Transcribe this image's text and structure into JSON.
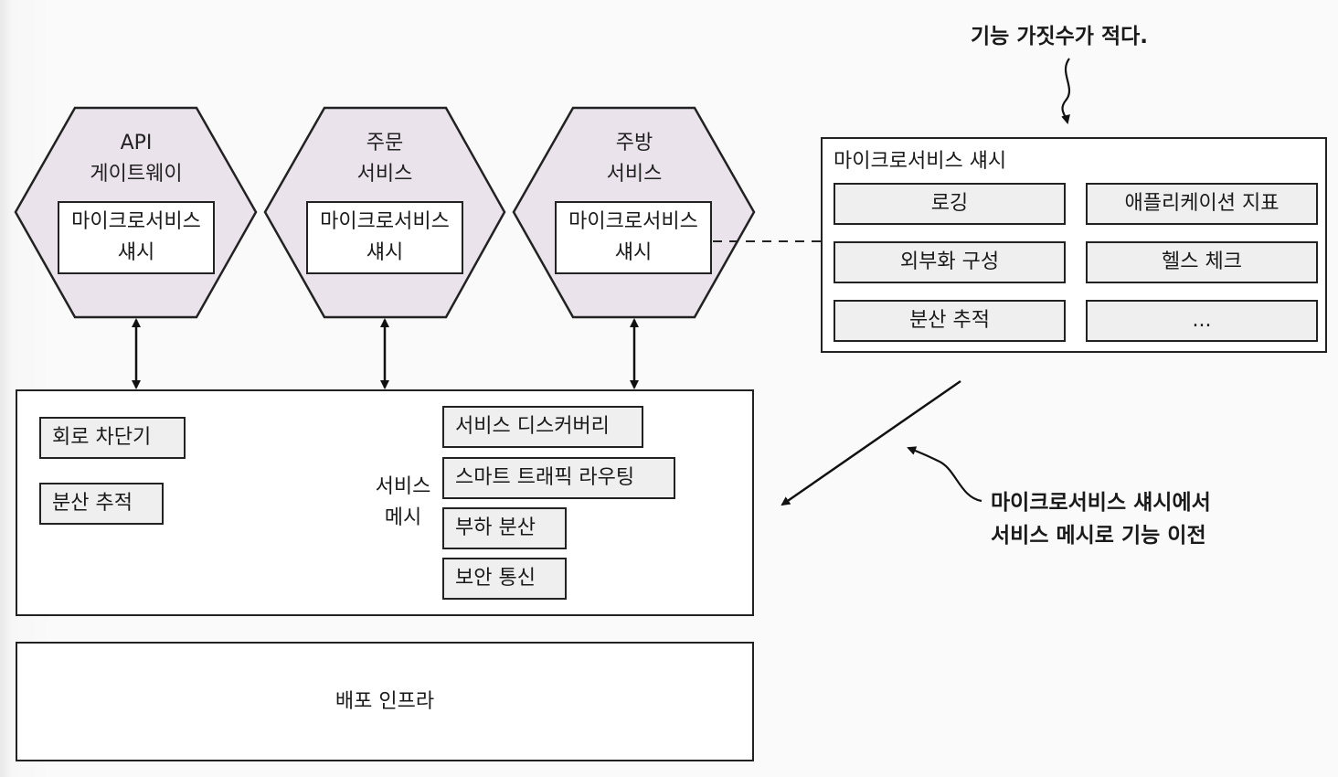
{
  "top_note": "기능 가짓수가 적다.",
  "hexagons": [
    {
      "title_lines": [
        "API",
        "게이트웨이"
      ],
      "chassis_lines": [
        "마이크로서비스",
        "섀시"
      ]
    },
    {
      "title_lines": [
        "주문",
        "서비스"
      ],
      "chassis_lines": [
        "마이크로서비스",
        "섀시"
      ]
    },
    {
      "title_lines": [
        "주방",
        "서비스"
      ],
      "chassis_lines": [
        "마이크로서비스",
        "섀시"
      ]
    }
  ],
  "chassis_panel": {
    "title": "마이크로서비스 섀시",
    "features": [
      "로깅",
      "애플리케이션 지표",
      "외부화 구성",
      "헬스 체크",
      "분산 추적",
      "..."
    ]
  },
  "service_mesh_panel": {
    "left_items": [
      "회로 차단기",
      "분산 추적"
    ],
    "mesh_label_lines": [
      "서비스",
      "메시"
    ],
    "mesh_items": [
      "서비스 디스커버리",
      "스마트 트래픽 라우팅",
      "부하 분산",
      "보안 통신"
    ]
  },
  "deployment_infra": "배포 인프라",
  "migration_note_lines": [
    "마이크로서비스 섀시에서",
    "서비스 메시로 기능 이전"
  ],
  "colors": {
    "hexagon_fill": "#ebe3ec",
    "feature_fill": "#efefef",
    "stroke": "#222222"
  }
}
